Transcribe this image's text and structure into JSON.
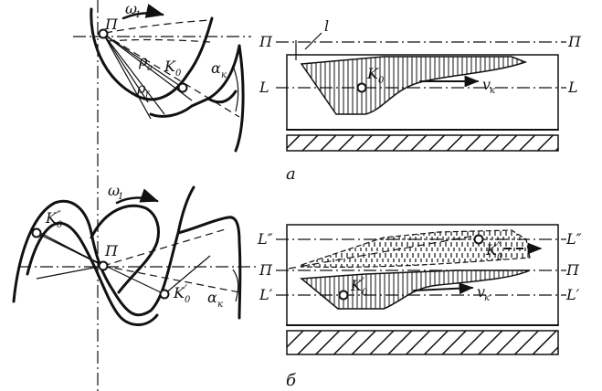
{
  "labels": {
    "pitch_point_top": "П",
    "pitch_point_bottom": "П",
    "omega_top": "ω",
    "omega_top_sub": "1",
    "omega_bottom": "ω",
    "omega_bottom_sub": "1",
    "rho_a": "ρ",
    "rho_a_sub": "a",
    "rho_f": "ρ",
    "rho_f_sub": "f",
    "k0_top": "K",
    "k0_top_sub": "0",
    "alpha_top": "α",
    "alpha_top_sub": "к",
    "k0_double_prime": "K",
    "k0_double_prime_sub": "0",
    "k0_double_prime_mark": "″",
    "k0_prime_bottom": "K",
    "k0_prime_bottom_sub": "0",
    "k0_prime_bottom_mark": "′",
    "alpha_bottom": "α",
    "alpha_bottom_sub": "к",
    "panel_a": {
      "p_left": "П",
      "p_right": "П",
      "l_mark": "l",
      "l_left": "L",
      "l_right": "L",
      "k0": "K",
      "k0_sub": "0",
      "v": "v",
      "v_sub": "к",
      "caption": "а"
    },
    "panel_b": {
      "l2_left": "L″",
      "l2_right": "L″",
      "p_left": "П",
      "p_right": "П",
      "l1_left": "L′",
      "l1_right": "L′",
      "k0_prime": "K",
      "k0_prime_sub": "0",
      "k0_prime_mark": "′",
      "k0_double": "K",
      "k0_double_sub": "0",
      "k0_double_mark": "″",
      "v": "v",
      "v_sub": "к",
      "caption": "б"
    }
  }
}
